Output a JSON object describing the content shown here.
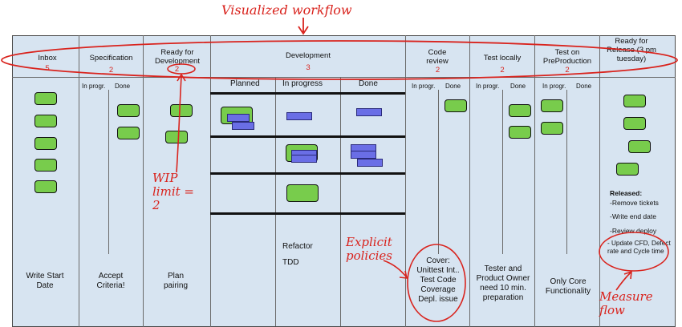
{
  "title": "Visualized workflow",
  "columns": [
    {
      "name": "Inbox",
      "wip": "5"
    },
    {
      "name": "Specification",
      "wip": "2"
    },
    {
      "name": "Ready for Development",
      "wip": "2"
    },
    {
      "name": "Development",
      "wip": "3"
    },
    {
      "name": "Code review",
      "wip": "2"
    },
    {
      "name": "Test locally",
      "wip": "2"
    },
    {
      "name": "Test on PreProduction",
      "wip": "2"
    },
    {
      "name": "Ready for Release (3 pm tuesday)",
      "wip": ""
    }
  ],
  "sub_labels": {
    "in_progress": "In progr.",
    "done": "Done",
    "planned": "Planned",
    "dev_in_progress": "In progress",
    "dev_done": "Done"
  },
  "footers": {
    "inbox": "Write Start Date",
    "specification": "Accept Criteria!",
    "ready": "Plan pairing",
    "dev_1": "Refactor",
    "dev_2": "TDD",
    "code_review": "Cover: Unittest Int.. Test Code Coverage Depl. issue",
    "test_locally": "Tester and Product Owner need 10 min. preparation",
    "preprod": "Only Core Functionality"
  },
  "released": {
    "heading": "Released:",
    "items": [
      "-Remove tickets",
      "-Write end date",
      "-Review deploy",
      "- Update CFD, Defect rate and Cycle time"
    ]
  },
  "annotations": {
    "wip_limit": "WIP limit = 2",
    "explicit_policies": "Explicit policies",
    "measure_flow": "Measure flow"
  },
  "colors": {
    "card": "#78cc4c",
    "ticket": "#6a6ee6",
    "annotation": "#d9231d",
    "board": "#d7e4f1"
  }
}
